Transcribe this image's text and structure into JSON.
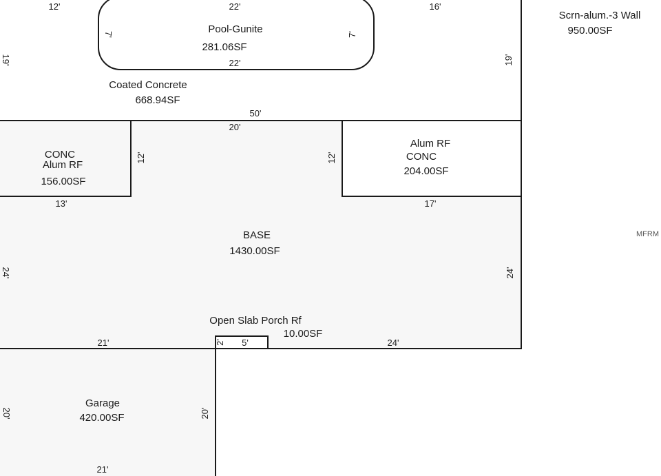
{
  "colors": {
    "line": "#1a1a1a",
    "fill_light": "#f7f7f7",
    "fill_white": "#ffffff",
    "watermark": "#555555"
  },
  "areas": {
    "pool": {
      "name": "Pool-Gunite",
      "area": "281.06SF",
      "dim_top": "22'",
      "dim_bottom": "22'",
      "dim_left": "7'",
      "dim_right": "7'"
    },
    "coated": {
      "name": "Coated Concrete",
      "area": "668.94SF",
      "dim_top_left": "12'",
      "dim_top_right": "16'",
      "dim_left": "19'",
      "dim_right": "19'",
      "dim_bottom": "50'"
    },
    "screen": {
      "name": "Scrn-alum.-3 Wall",
      "area": "950.00SF"
    },
    "conc_left": {
      "name_line1": "CONC",
      "name_line2": "Alum RF",
      "area": "156.00SF",
      "dim_bottom": "13'",
      "dim_right": "12'"
    },
    "alum_right": {
      "name_line1": "Alum RF",
      "name_line2": "CONC",
      "area": "204.00SF",
      "dim_bottom": "17'",
      "dim_left": "12'"
    },
    "base": {
      "name": "BASE",
      "area": "1430.00SF",
      "dim_top": "20'",
      "dim_left": "24'",
      "dim_right": "24'",
      "dim_bottom_left": "21'",
      "dim_bottom_right": "24'"
    },
    "porch": {
      "name": "Open Slab Porch Rf",
      "area": "10.00SF",
      "dim_width": "5'",
      "dim_height": "2'"
    },
    "garage": {
      "name": "Garage",
      "area": "420.00SF",
      "dim_left": "20'",
      "dim_right": "20'",
      "dim_bottom": "21'"
    }
  },
  "watermark": "MFRM"
}
